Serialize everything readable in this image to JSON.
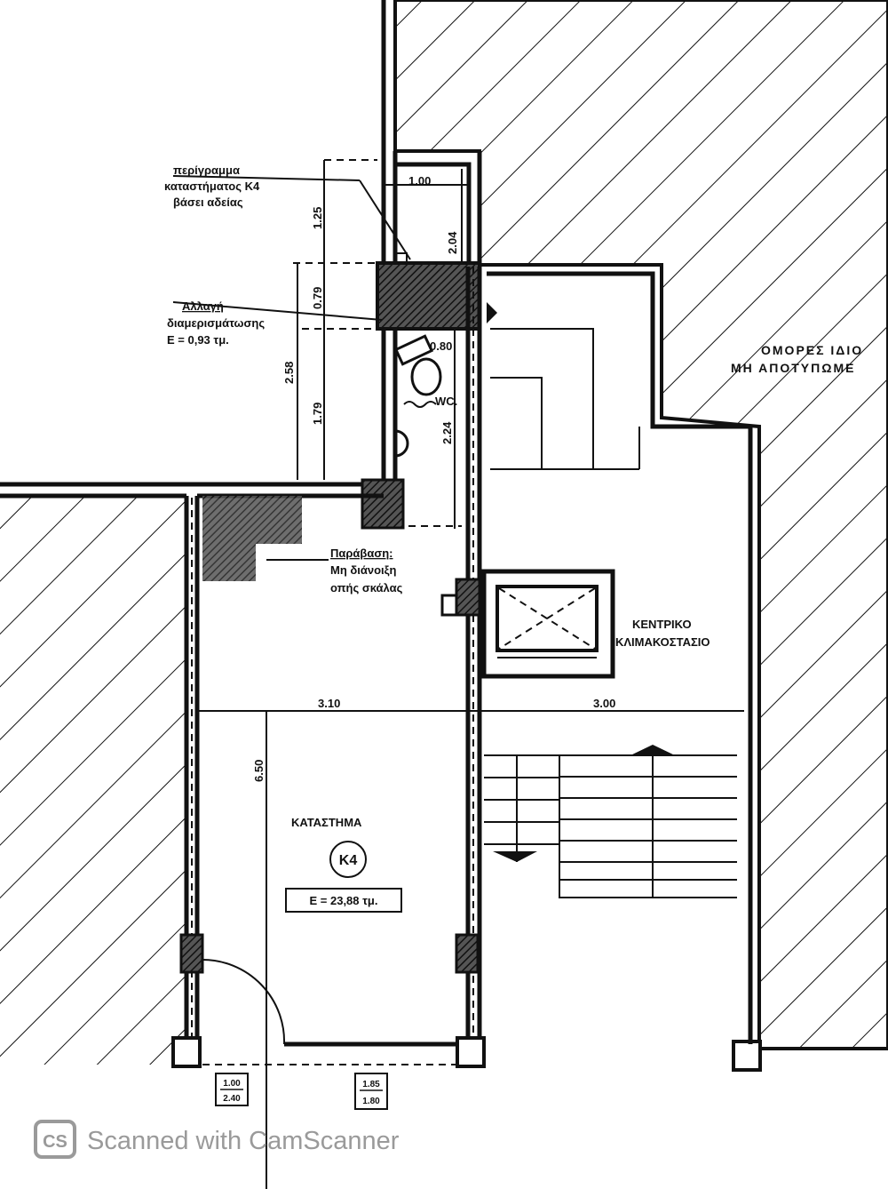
{
  "annotations": {
    "outline_note": [
      "περίγραμμα",
      "καταστήματος K4",
      "βάσει αδείας"
    ],
    "partition_change": [
      "Αλλαγή",
      "διαμερισμάτωσης",
      "E = 0,93 τμ."
    ],
    "violation": [
      "Παράβαση:",
      "Μη διάνοιξη",
      "οπής σκάλας"
    ],
    "neighbors": [
      "ΟΜΟΡΕΣ ΙΔΙΟ",
      "ΜΗ ΑΠΟΤΥΠΩΜΕ"
    ],
    "staircase": [
      "ΚΕΝΤΡΙΚΟ",
      "ΚΛΙΜΑΚΟΣΤΑΣΙΟ"
    ],
    "wc": "WC.",
    "shop_title": "ΚΑΤΑΣΤΗΜΑ",
    "shop_id": "K4",
    "shop_area": "E = 23,88 τμ."
  },
  "dimensions": {
    "d_1_00": "1.00",
    "d_1_25": "1.25",
    "d_2_04": "2.04",
    "d_0_79": "0.79",
    "d_0_80": "0.80",
    "d_2_58": "2.58",
    "d_1_79": "1.79",
    "d_2_24": "2.24",
    "d_3_10": "3.10",
    "d_3_00": "3.00",
    "d_6_50": "6.50"
  },
  "openings": [
    {
      "top": "1.00",
      "bottom": "2.40"
    },
    {
      "top": "1.85",
      "bottom": "1.80"
    }
  ],
  "watermark": {
    "logo": "CS",
    "text": "Scanned with CamScanner"
  }
}
